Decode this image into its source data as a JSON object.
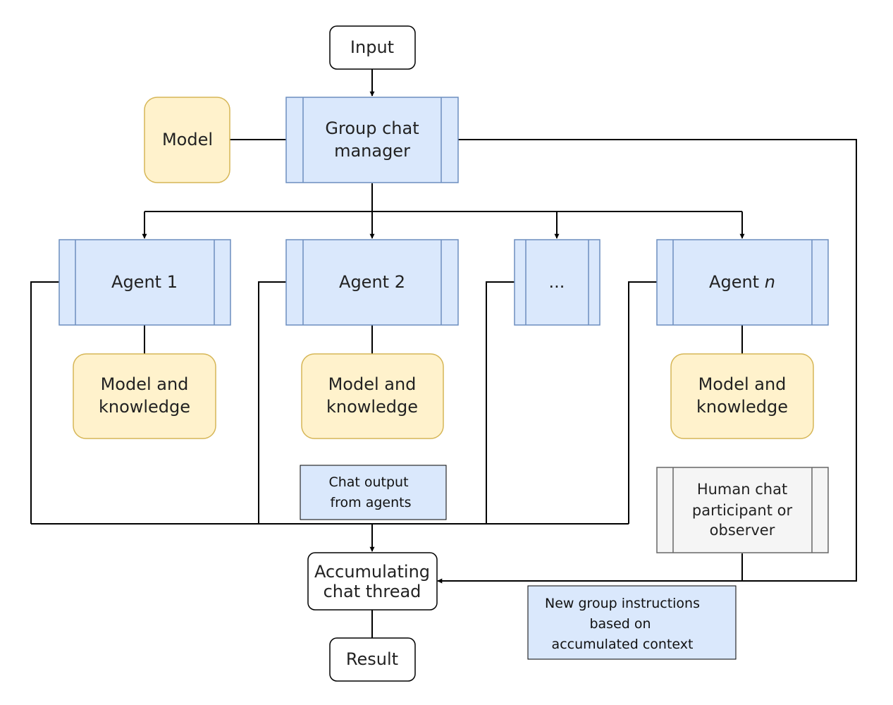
{
  "nodes": {
    "input": {
      "label": "Input"
    },
    "model": {
      "label": "Model"
    },
    "manager": {
      "lines": [
        "Group chat",
        "manager"
      ]
    },
    "agent1": {
      "label": "Agent 1"
    },
    "agent2": {
      "label": "Agent 2"
    },
    "agent_more": {
      "label": "..."
    },
    "agentn": {
      "prefix": "Agent ",
      "var": "n"
    },
    "mk1": {
      "lines": [
        "Model and",
        "knowledge"
      ]
    },
    "mk2": {
      "lines": [
        "Model and",
        "knowledge"
      ]
    },
    "mkn": {
      "lines": [
        "Model and",
        "knowledge"
      ]
    },
    "human": {
      "lines": [
        "Human chat",
        "participant or",
        "observer"
      ]
    },
    "thread": {
      "lines": [
        "Accumulating",
        "chat thread"
      ]
    },
    "result": {
      "label": "Result"
    }
  },
  "notes": {
    "chat_output": {
      "lines": [
        "Chat output",
        "from agents"
      ]
    },
    "instructions": {
      "lines": [
        "New group instructions",
        "based on",
        "accumulated context"
      ]
    }
  },
  "colors": {
    "process_fill": "#dae8fc",
    "process_stroke": "#6c8ebf",
    "model_fill": "#fff2cc",
    "model_stroke": "#d6b656",
    "human_fill": "#f5f5f5",
    "human_stroke": "#666666",
    "terminal_fill": "#ffffff",
    "terminal_stroke": "#000000",
    "note_fill": "#dae8fc",
    "note_stroke": "#000000",
    "edge": "#000000"
  }
}
